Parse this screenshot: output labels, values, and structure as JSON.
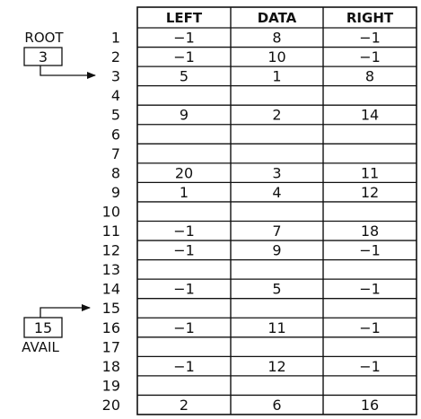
{
  "table": {
    "headers": [
      "LEFT",
      "DATA",
      "RIGHT"
    ],
    "rows": [
      {
        "index": "1",
        "left": "−1",
        "data": "8",
        "right": "−1"
      },
      {
        "index": "2",
        "left": "−1",
        "data": "10",
        "right": "−1"
      },
      {
        "index": "3",
        "left": "5",
        "data": "1",
        "right": "8"
      },
      {
        "index": "4",
        "left": "",
        "data": "",
        "right": ""
      },
      {
        "index": "5",
        "left": "9",
        "data": "2",
        "right": "14"
      },
      {
        "index": "6",
        "left": "",
        "data": "",
        "right": ""
      },
      {
        "index": "7",
        "left": "",
        "data": "",
        "right": ""
      },
      {
        "index": "8",
        "left": "20",
        "data": "3",
        "right": "11"
      },
      {
        "index": "9",
        "left": "1",
        "data": "4",
        "right": "12"
      },
      {
        "index": "10",
        "left": "",
        "data": "",
        "right": ""
      },
      {
        "index": "11",
        "left": "−1",
        "data": "7",
        "right": "18"
      },
      {
        "index": "12",
        "left": "−1",
        "data": "9",
        "right": "−1"
      },
      {
        "index": "13",
        "left": "",
        "data": "",
        "right": ""
      },
      {
        "index": "14",
        "left": "−1",
        "data": "5",
        "right": "−1"
      },
      {
        "index": "15",
        "left": "",
        "data": "",
        "right": ""
      },
      {
        "index": "16",
        "left": "−1",
        "data": "11",
        "right": "−1"
      },
      {
        "index": "17",
        "left": "",
        "data": "",
        "right": ""
      },
      {
        "index": "18",
        "left": "−1",
        "data": "12",
        "right": "−1"
      },
      {
        "index": "19",
        "left": "",
        "data": "",
        "right": ""
      },
      {
        "index": "20",
        "left": "2",
        "data": "6",
        "right": "16"
      }
    ]
  },
  "root": {
    "label": "ROOT",
    "value": "3",
    "points_to_row": 3
  },
  "avail": {
    "label": "AVAIL",
    "value": "15",
    "points_to_row": 15
  }
}
